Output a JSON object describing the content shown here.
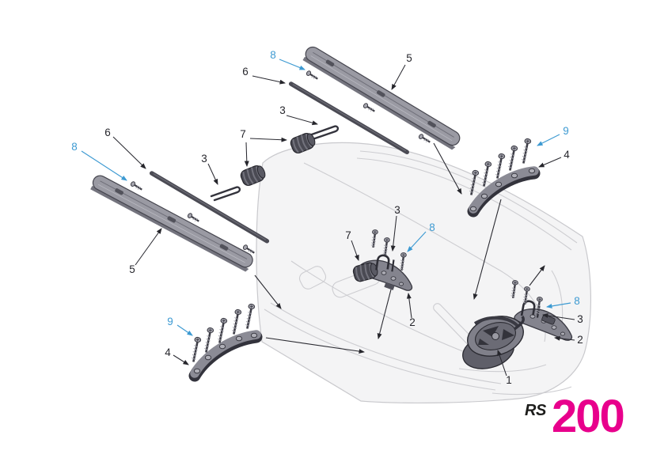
{
  "figure": {
    "type": "exploded-parts-diagram",
    "colors": {
      "callout_black": "#26262c",
      "callout_blue": "#3d9ad2",
      "part_gray": "#9a9aa3",
      "part_dark": "#4a4a53",
      "hull_line": "#cdcdd1",
      "hull_fill": "#f4f4f5",
      "logo_magenta": "#e8008c"
    }
  },
  "callouts": [
    {
      "label": "8",
      "color": "blue"
    },
    {
      "label": "6",
      "color": "black"
    },
    {
      "label": "5",
      "color": "black"
    },
    {
      "label": "3",
      "color": "black"
    },
    {
      "label": "7",
      "color": "black"
    },
    {
      "label": "8",
      "color": "blue"
    },
    {
      "label": "6",
      "color": "black"
    },
    {
      "label": "3",
      "color": "black"
    },
    {
      "label": "5",
      "color": "black"
    },
    {
      "label": "9",
      "color": "blue"
    },
    {
      "label": "4",
      "color": "black"
    },
    {
      "label": "3",
      "color": "black"
    },
    {
      "label": "8",
      "color": "blue"
    },
    {
      "label": "7",
      "color": "black"
    },
    {
      "label": "2",
      "color": "black"
    },
    {
      "label": "9",
      "color": "blue"
    },
    {
      "label": "4",
      "color": "black"
    },
    {
      "label": "8",
      "color": "blue"
    },
    {
      "label": "3",
      "color": "black"
    },
    {
      "label": "2",
      "color": "black"
    },
    {
      "label": "1",
      "color": "black"
    }
  ],
  "logo": {
    "brand": "RS",
    "model": "200"
  }
}
